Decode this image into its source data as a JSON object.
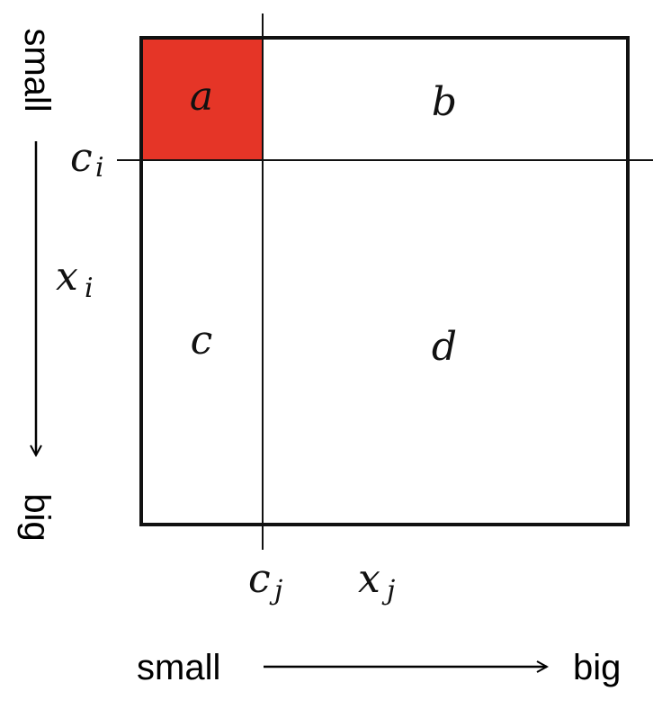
{
  "regions": {
    "a": "a",
    "b": "b",
    "c": "c",
    "d": "d"
  },
  "cut_labels": {
    "ci_base": "c",
    "ci_sub": "i",
    "cj_base": "c",
    "cj_sub": "j"
  },
  "axis_vars": {
    "xi_base": "x",
    "xi_sub": "i",
    "xj_base": "x",
    "xj_sub": "j"
  },
  "vertical_axis": {
    "start": "small",
    "end": "big"
  },
  "horizontal_axis": {
    "start": "small",
    "end": "big"
  },
  "colors": {
    "highlight": "#e53527",
    "stroke": "#111111",
    "arrow": "#000000"
  }
}
